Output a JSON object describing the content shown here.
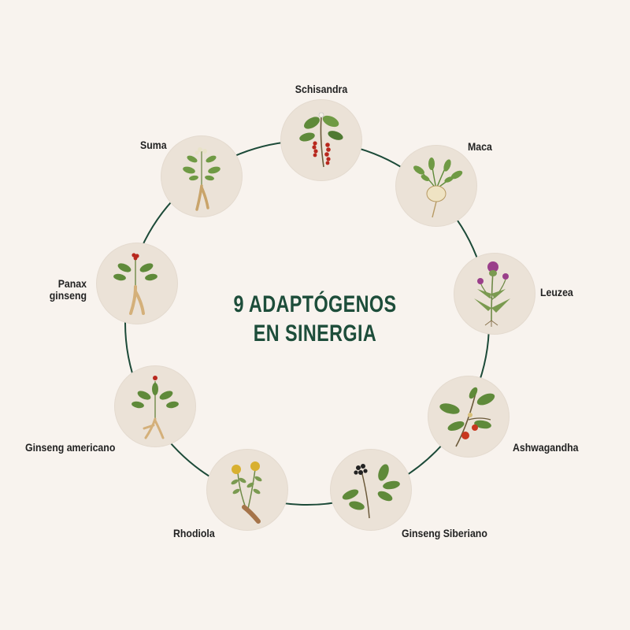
{
  "title": {
    "line1": "9 ADAPTÓGENOS",
    "line2": "EN SINERGIA"
  },
  "plants": [
    {
      "key": "schisandra",
      "name": "Schisandra",
      "icon": "schisandra-plant-icon"
    },
    {
      "key": "maca",
      "name": "Maca",
      "icon": "maca-root-icon"
    },
    {
      "key": "leuzea",
      "name": "Leuzea",
      "icon": "leuzea-thistle-icon"
    },
    {
      "key": "ashwagandha",
      "name": "Ashwagandha",
      "icon": "ashwagandha-plant-icon"
    },
    {
      "key": "siberian",
      "name": "Ginseng Siberiano",
      "icon": "siberian-ginseng-icon"
    },
    {
      "key": "rhodiola",
      "name": "Rhodiola",
      "icon": "rhodiola-plant-icon"
    },
    {
      "key": "american",
      "name": "Ginseng americano",
      "icon": "american-ginseng-icon"
    },
    {
      "key": "panax",
      "name": "Panax\nginseng",
      "icon": "panax-ginseng-icon"
    },
    {
      "key": "suma",
      "name": "Suma",
      "icon": "suma-root-icon"
    }
  ],
  "colors": {
    "background": "#f8f3ee",
    "ring": "#1c4a38",
    "title": "#1d4d3a",
    "node": "#ebe2d7",
    "leaf": "#5f8a3a",
    "leaf_dark": "#3f6a2a",
    "root": "#c9a46a",
    "berry": "#b8281e",
    "flower_purple": "#9a3f8a",
    "flower_yellow": "#d8b030"
  }
}
